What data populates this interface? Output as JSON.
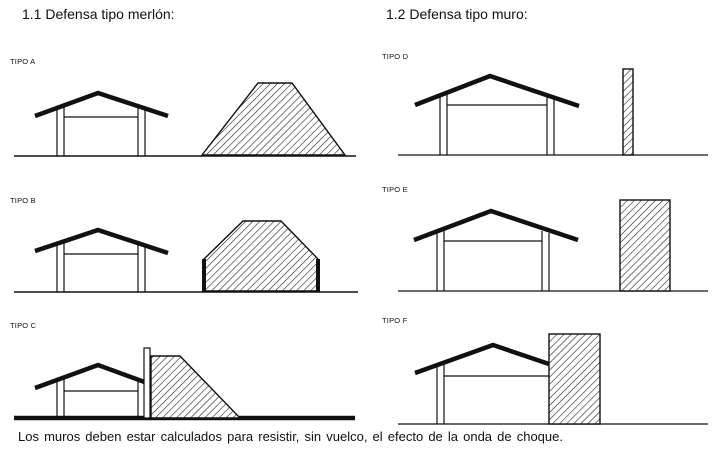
{
  "headings": {
    "left": "1.1 Defensa tipo merlón:",
    "right": "1.2 Defensa tipo muro:"
  },
  "types": {
    "a": "TIPO A",
    "b": "TIPO B",
    "c": "TIPO C",
    "d": "TIPO D",
    "e": "TIPO E",
    "f": "TIPO F"
  },
  "caption": "Los muros deben estar calculados para resistir, sin vuelco, el efecto de la onda de choque."
}
